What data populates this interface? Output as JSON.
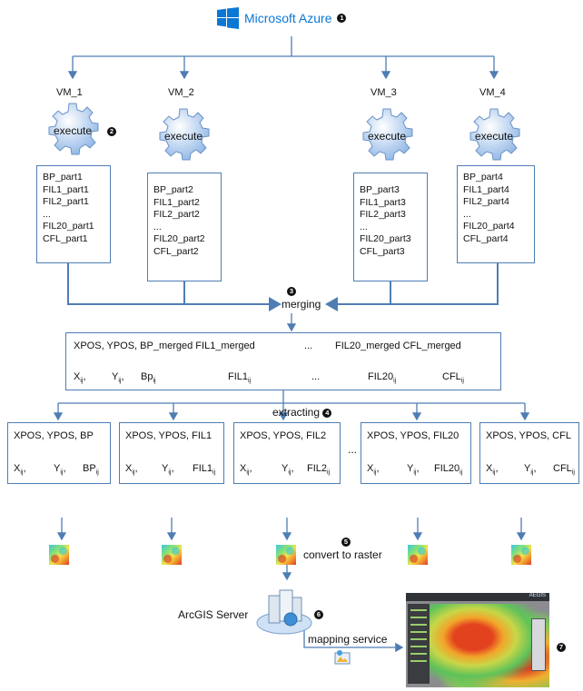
{
  "header": {
    "title": "Microsoft Azure",
    "badge": "1"
  },
  "vms": [
    {
      "label": "VM_1",
      "gear": "execute",
      "parts": [
        "BP_part1",
        "FIL1_part1",
        "FIL2_part1",
        "...",
        "FIL20_part1",
        "CFL_part1"
      ]
    },
    {
      "label": "VM_2",
      "gear": "execute",
      "parts": [
        "BP_part2",
        "FIL1_part2",
        "FIL2_part2",
        "...",
        "FIL20_part2",
        "CFL_part2"
      ]
    },
    {
      "label": "VM_3",
      "gear": "execute",
      "parts": [
        "BP_part3",
        "FIL1_part3",
        "FIL2_part3",
        "...",
        "FIL20_part3",
        "CFL_part3"
      ]
    },
    {
      "label": "VM_4",
      "gear": "execute",
      "parts": [
        "BP_part4",
        "FIL1_part4",
        "FIL2_part4",
        "...",
        "FIL20_part4",
        "CFL_part4"
      ]
    }
  ],
  "badge_execute": "2",
  "merging": {
    "label": "merging",
    "badge": "3"
  },
  "merged": {
    "header_left": "XPOS, YPOS, BP_merged FIL1_merged",
    "header_dots": "...",
    "header_right": "FIL20_merged CFL_merged",
    "row": {
      "x": "X",
      "y": "Y",
      "bp": "Bp",
      "fil1": "FIL1",
      "dots": "...",
      "fil20": "FIL20",
      "cfl": "CFL",
      "sub": "ij"
    }
  },
  "extracting": {
    "label": "extracting",
    "badge": "4"
  },
  "extract_boxes": [
    {
      "title": "XPOS, YPOS, BP",
      "val": "BP"
    },
    {
      "title": "XPOS, YPOS, FIL1",
      "val": "FIL1"
    },
    {
      "title": "XPOS, YPOS, FIL2",
      "val": "FIL2"
    },
    {
      "title": "XPOS, YPOS, FIL20",
      "val": "FIL20"
    },
    {
      "title": "XPOS, YPOS, CFL",
      "val": "CFL"
    }
  ],
  "extract_dots": "...",
  "convert": {
    "label": "convert to raster",
    "badge": "5"
  },
  "arcgis": {
    "label": "ArcGIS Server",
    "badge": "6"
  },
  "mapping": {
    "label": "mapping service",
    "badge": "7"
  },
  "map_brand": "AEGIS",
  "colors": {
    "arrow": "#4f7db4",
    "azure": "#0a78d4"
  }
}
